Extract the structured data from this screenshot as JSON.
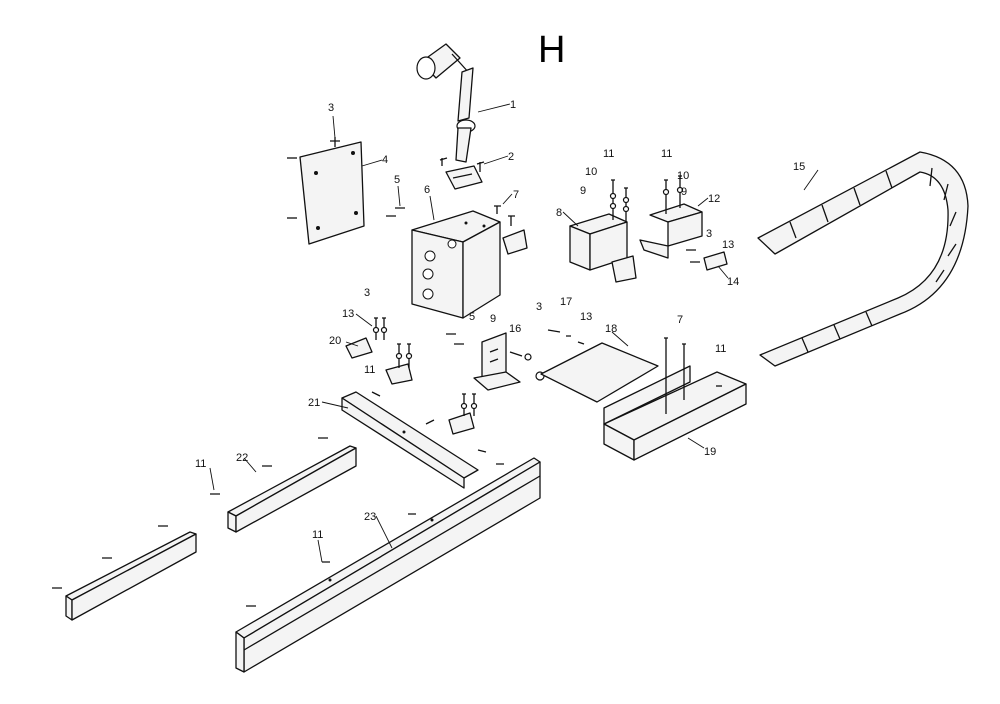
{
  "page": {
    "title": "H"
  },
  "callouts": [
    {
      "id": "c1",
      "text": "1"
    },
    {
      "id": "c2",
      "text": "2"
    },
    {
      "id": "c3a",
      "text": "3"
    },
    {
      "id": "c4",
      "text": "4"
    },
    {
      "id": "c5a",
      "text": "5"
    },
    {
      "id": "c6",
      "text": "6"
    },
    {
      "id": "c7a",
      "text": "7"
    },
    {
      "id": "c8",
      "text": "8"
    },
    {
      "id": "c9a",
      "text": "9"
    },
    {
      "id": "c10a",
      "text": "10"
    },
    {
      "id": "c11a",
      "text": "11"
    },
    {
      "id": "c11b",
      "text": "11"
    },
    {
      "id": "c10b",
      "text": "10"
    },
    {
      "id": "c9b",
      "text": "9"
    },
    {
      "id": "c12",
      "text": "12"
    },
    {
      "id": "c3b",
      "text": "3"
    },
    {
      "id": "c13a",
      "text": "13"
    },
    {
      "id": "c14",
      "text": "14"
    },
    {
      "id": "c15",
      "text": "15"
    },
    {
      "id": "c3c",
      "text": "3"
    },
    {
      "id": "c13b",
      "text": "13"
    },
    {
      "id": "c20",
      "text": "20"
    },
    {
      "id": "c5b",
      "text": "5"
    },
    {
      "id": "c9c",
      "text": "9"
    },
    {
      "id": "c16",
      "text": "16"
    },
    {
      "id": "c3d",
      "text": "3"
    },
    {
      "id": "c17",
      "text": "17"
    },
    {
      "id": "c13c",
      "text": "13"
    },
    {
      "id": "c18",
      "text": "18"
    },
    {
      "id": "c7b",
      "text": "7"
    },
    {
      "id": "c11c",
      "text": "11"
    },
    {
      "id": "c11d",
      "text": "11"
    },
    {
      "id": "c21",
      "text": "21"
    },
    {
      "id": "c19",
      "text": "19"
    },
    {
      "id": "c11e",
      "text": "11"
    },
    {
      "id": "c22",
      "text": "22"
    },
    {
      "id": "c23",
      "text": "23"
    },
    {
      "id": "c11f",
      "text": "11"
    }
  ]
}
